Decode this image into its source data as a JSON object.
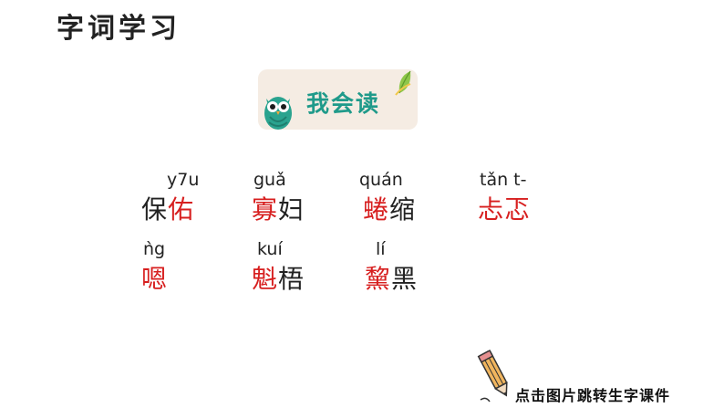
{
  "page": {
    "title": "字词学习"
  },
  "badge": {
    "label": "我会读"
  },
  "words": [
    {
      "pinyin": "y7u",
      "highlight": "佑",
      "prefix": "保",
      "suffix": ""
    },
    {
      "pinyin": "guǎ",
      "highlight": "寡",
      "prefix": "",
      "suffix": "妇"
    },
    {
      "pinyin": "quán",
      "highlight": "蜷",
      "prefix": "",
      "suffix": "缩"
    },
    {
      "pinyin": "tǎn t-",
      "highlight": "忐忑",
      "prefix": "",
      "suffix": ""
    },
    {
      "pinyin": "ǹg",
      "highlight": "嗯",
      "prefix": "",
      "suffix": ""
    },
    {
      "pinyin": "kuí",
      "highlight": "魁",
      "prefix": "",
      "suffix": "梧"
    },
    {
      "pinyin": "lí",
      "highlight": "黧",
      "prefix": "",
      "suffix": "黑"
    }
  ],
  "footer": {
    "link_text": "点击图片跳转生字课件"
  },
  "colors": {
    "highlight": "#d71f1f",
    "badge_text": "#1f9a8a",
    "badge_bg": "#f5ece3"
  },
  "icons": [
    "owl-icon",
    "leaf-icon",
    "pencil-icon"
  ]
}
